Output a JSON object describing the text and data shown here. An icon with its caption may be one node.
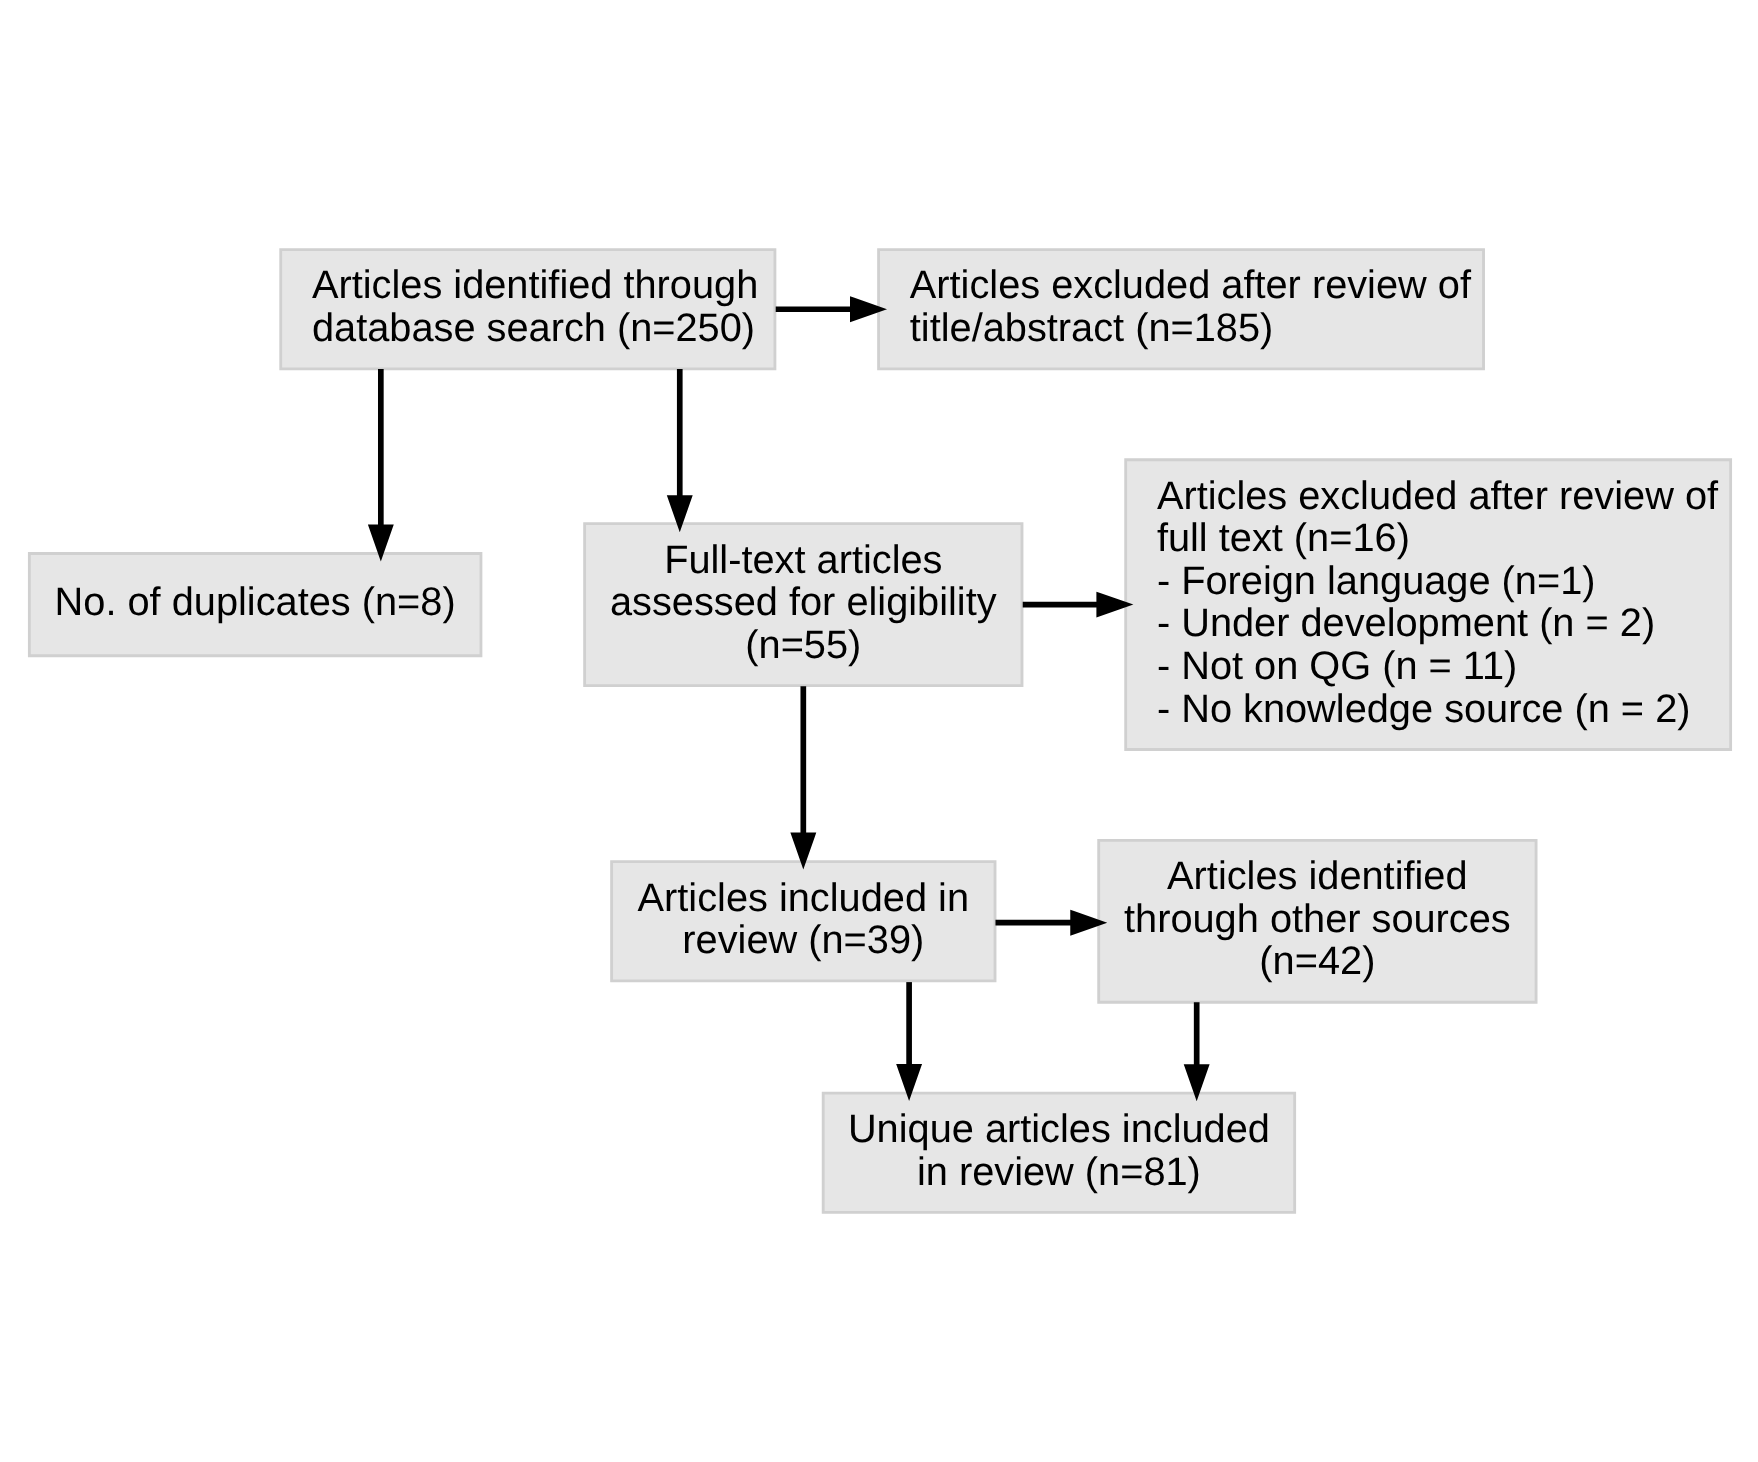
{
  "diagram": {
    "nodes": [
      {
        "text": [
          "Articles identified through database search (n=250)"
        ]
      },
      {
        "text": [
          "Articles excluded after review of title/abstract (n=185)"
        ]
      },
      {
        "text": [
          "No. of duplicates (n=8)"
        ]
      },
      {
        "text": [
          "Full-text articles assessed for eligibility (n=55)"
        ]
      },
      {
        "text": [
          "Articles excluded after review of full text (n=16)",
          "- Foreign language (n=1)",
          "- Under development (n = 2)",
          "- Not on QG (n = 11)",
          "- No knowledge source (n = 2)"
        ]
      },
      {
        "text": [
          "Articles included in review (n=39)"
        ]
      },
      {
        "text": [
          "Articles identified through other sources (n=42)"
        ]
      },
      {
        "text": [
          "Unique articles included in review (n=81)"
        ]
      }
    ],
    "edges": [
      {
        "from": 0,
        "to": 1,
        "arrow": "to"
      },
      {
        "from": 0,
        "to": 2,
        "arrow": "to"
      },
      {
        "from": 0,
        "to": 3,
        "arrow": "to"
      },
      {
        "from": 3,
        "to": 4,
        "arrow": "to"
      },
      {
        "from": 3,
        "to": 5,
        "arrow": "to"
      },
      {
        "from": 5,
        "to": 6,
        "arrow": "to"
      },
      {
        "from": 6,
        "to": 7,
        "arrow": "to"
      },
      {
        "from": 5,
        "to": 7,
        "arrow": "to"
      }
    ]
  }
}
